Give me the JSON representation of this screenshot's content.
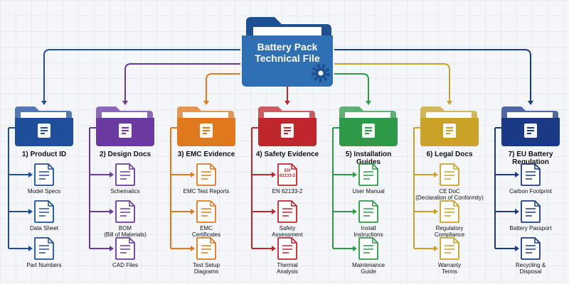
{
  "root": {
    "title": "Battery Pack Technical File",
    "color": "#2f6fb3"
  },
  "categories": [
    {
      "label": "1) Product ID",
      "color": "#1f4f9a",
      "icon": "barcode-doc-icon",
      "items": [
        {
          "label": "Model Specs",
          "icon": "spec-sheet-icon"
        },
        {
          "label": "Data Sheet",
          "icon": "data-sheet-icon"
        },
        {
          "label": "Part Numbers",
          "icon": "barcode-icon"
        }
      ]
    },
    {
      "label": "2) Design Docs",
      "color": "#6a3aa0",
      "icon": "blueprint-icon",
      "items": [
        {
          "label": "Schematics",
          "icon": "schematic-icon"
        },
        {
          "label": "BOM\n(Bill of Materials)",
          "icon": "checklist-wrench-icon"
        },
        {
          "label": "CAD Files",
          "icon": "cube-icon"
        }
      ]
    },
    {
      "label": "3) EMC Evidence",
      "color": "#e0781e",
      "icon": "lightning-shield-icon",
      "items": [
        {
          "label": "EMC Test Reports",
          "icon": "waveform-icon"
        },
        {
          "label": "EMC\nCertificates",
          "icon": "certificate-icon"
        },
        {
          "label": "Test Setup\nDiagrams",
          "icon": "setup-diagram-icon"
        }
      ]
    },
    {
      "label": "4) Safety Evidence",
      "color": "#c0272d",
      "icon": "hardhat-fire-icon",
      "items": [
        {
          "label": "EN 62133-2",
          "icon": "standard-doc-icon",
          "badge": "EN\n62133-2"
        },
        {
          "label": "Safety\nAssessment",
          "icon": "warning-doc-icon"
        },
        {
          "label": "Thermal\nAnalysis",
          "icon": "thermometer-icon"
        }
      ]
    },
    {
      "label": "5) Installation\nGuides",
      "color": "#2e9a48",
      "icon": "open-book-icon",
      "items": [
        {
          "label": "User Manual",
          "icon": "user-manual-icon"
        },
        {
          "label": "Install\nInstructions",
          "icon": "instruction-doc-icon"
        },
        {
          "label": "Maintenance\nGuide",
          "icon": "tools-icon"
        }
      ]
    },
    {
      "label": "6) Legal Docs",
      "color": "#c9a227",
      "icon": "gavel-icon",
      "items": [
        {
          "label": "CE DoC\n(Declaration of Conformity)",
          "icon": "ce-doc-icon"
        },
        {
          "label": "Regulatory\nCompliance",
          "icon": "seal-doc-icon"
        },
        {
          "label": "Warranty\nTerms",
          "icon": "warranty-doc-icon"
        }
      ]
    },
    {
      "label": "7) EU Battery\nRegulation",
      "color": "#1b3a86",
      "icon": "eu-battery-icon",
      "items": [
        {
          "label": "Carbon Footprint",
          "icon": "footprint-icon"
        },
        {
          "label": "Battery Passport",
          "icon": "battery-passport-icon"
        },
        {
          "label": "Recycling &\nDisposal",
          "icon": "recycle-icon"
        }
      ]
    }
  ]
}
